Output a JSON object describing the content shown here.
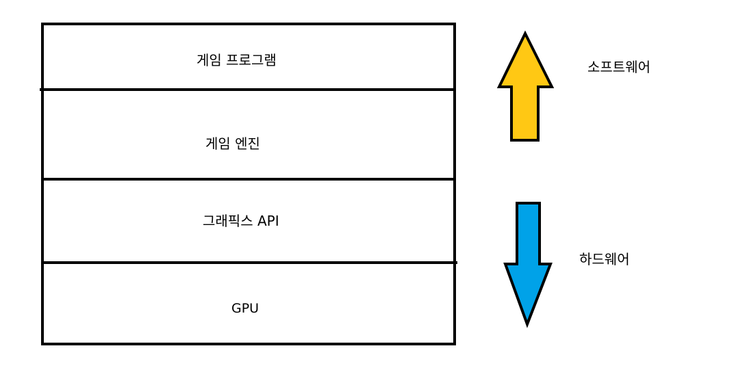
{
  "layers": [
    {
      "label": "게임 프로그램"
    },
    {
      "label": "게임 엔진"
    },
    {
      "label": "그래픽스 API"
    },
    {
      "label": "GPU"
    }
  ],
  "arrows": {
    "software": {
      "label": "소프트웨어",
      "direction": "up",
      "color": "#ffc814"
    },
    "hardware": {
      "label": "하드웨어",
      "direction": "down",
      "color": "#00a2e8"
    }
  },
  "colors": {
    "outline": "#000000",
    "background": "#ffffff"
  }
}
